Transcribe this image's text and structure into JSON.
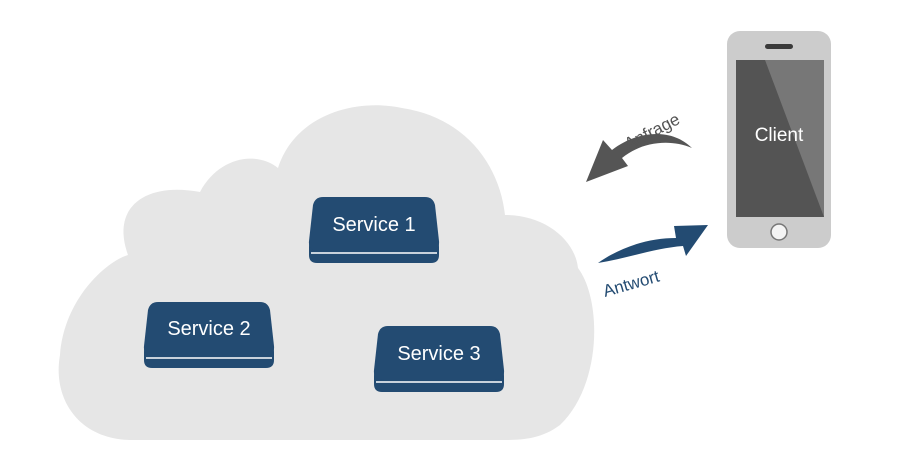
{
  "colors": {
    "cloud": "#e6e6e6",
    "service": "#234b72",
    "service_edge": "#ffffff",
    "request_arrow": "#555555",
    "response_arrow": "#234b72",
    "phone_body": "#cccccc",
    "phone_screen": "#545454",
    "phone_screen_highlight": "#777777"
  },
  "services": [
    {
      "label": "Service 1"
    },
    {
      "label": "Service 2"
    },
    {
      "label": "Service 3"
    }
  ],
  "client": {
    "label": "Client"
  },
  "arrows": {
    "request_label": "Anfrage",
    "response_label": "Antwort"
  }
}
